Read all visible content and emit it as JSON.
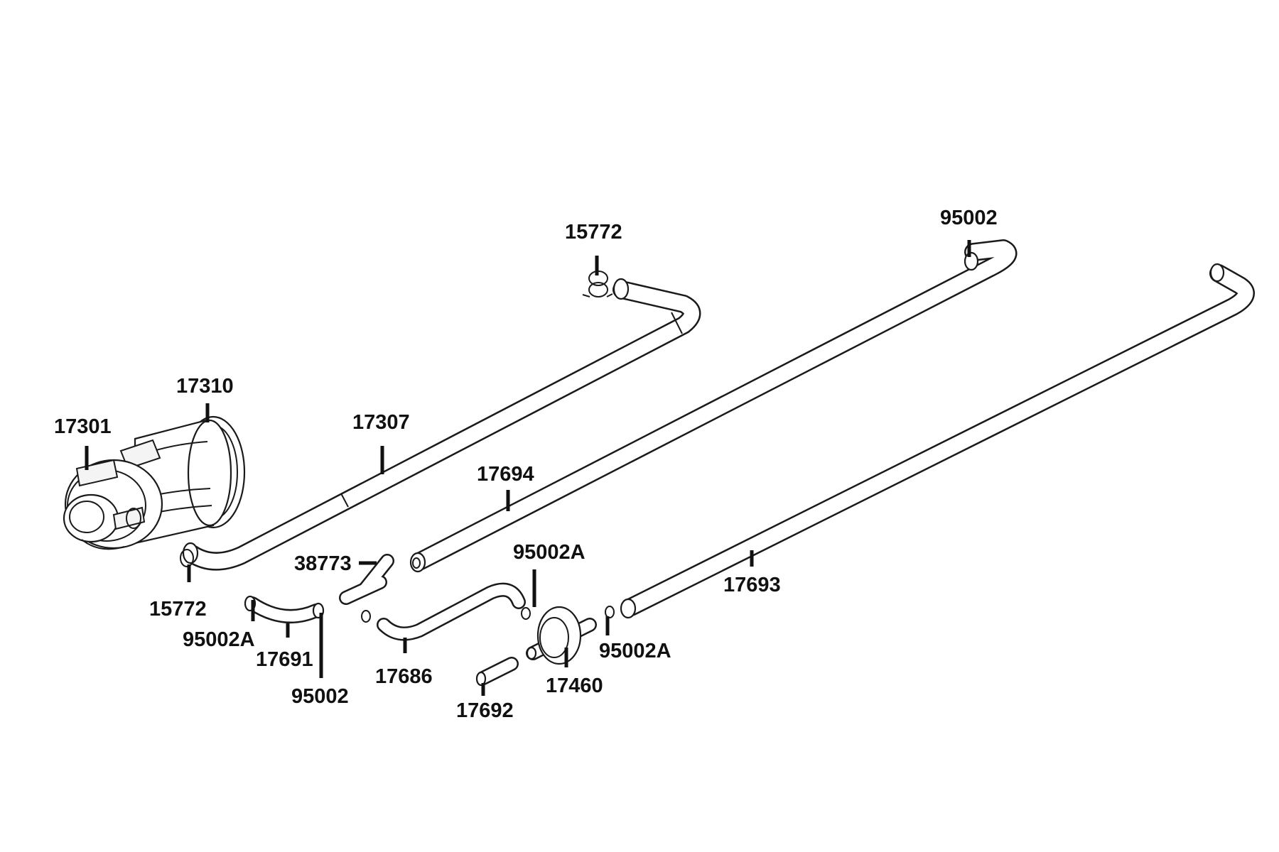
{
  "callouts": {
    "p17301": "17301",
    "p17310": "17310",
    "p17307": "17307",
    "p15772_top": "15772",
    "p15772_bottom": "15772",
    "p95002_top": "95002",
    "p17694": "17694",
    "p38773": "38773",
    "p95002A_mid": "95002A",
    "p17693": "17693",
    "p95002A_left": "95002A",
    "p17691": "17691",
    "p95002_bottom": "95002",
    "p17686": "17686",
    "p17692": "17692",
    "p17460": "17460",
    "p95002A_right": "95002A"
  },
  "colors": {
    "line": "#1a1a1a",
    "label": "#111111",
    "background": "#ffffff"
  }
}
